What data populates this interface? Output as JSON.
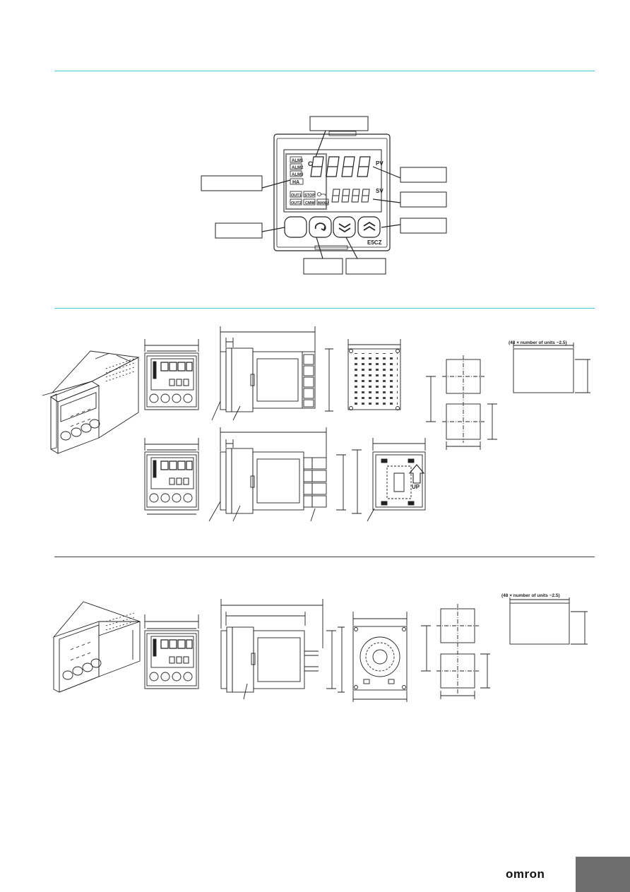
{
  "panel": {
    "indicators": [
      "ALM1",
      "ALM2",
      "ALM3",
      "HA"
    ],
    "status_left": [
      "OUT1",
      "OUT2"
    ],
    "status_mid": [
      "STOP",
      "CMW"
    ],
    "status_right": [
      "MANU"
    ],
    "pv_label": "PV",
    "sv_label": "SV",
    "temp_unit": "C",
    "model": "E5CZ"
  },
  "dimensions": {
    "cutout_note_1": "(48 × number of units −2.5)",
    "cutout_note_2": "(48 × number of units −2.5)",
    "up_label": "UP"
  },
  "footer": {
    "brand": "omron"
  }
}
